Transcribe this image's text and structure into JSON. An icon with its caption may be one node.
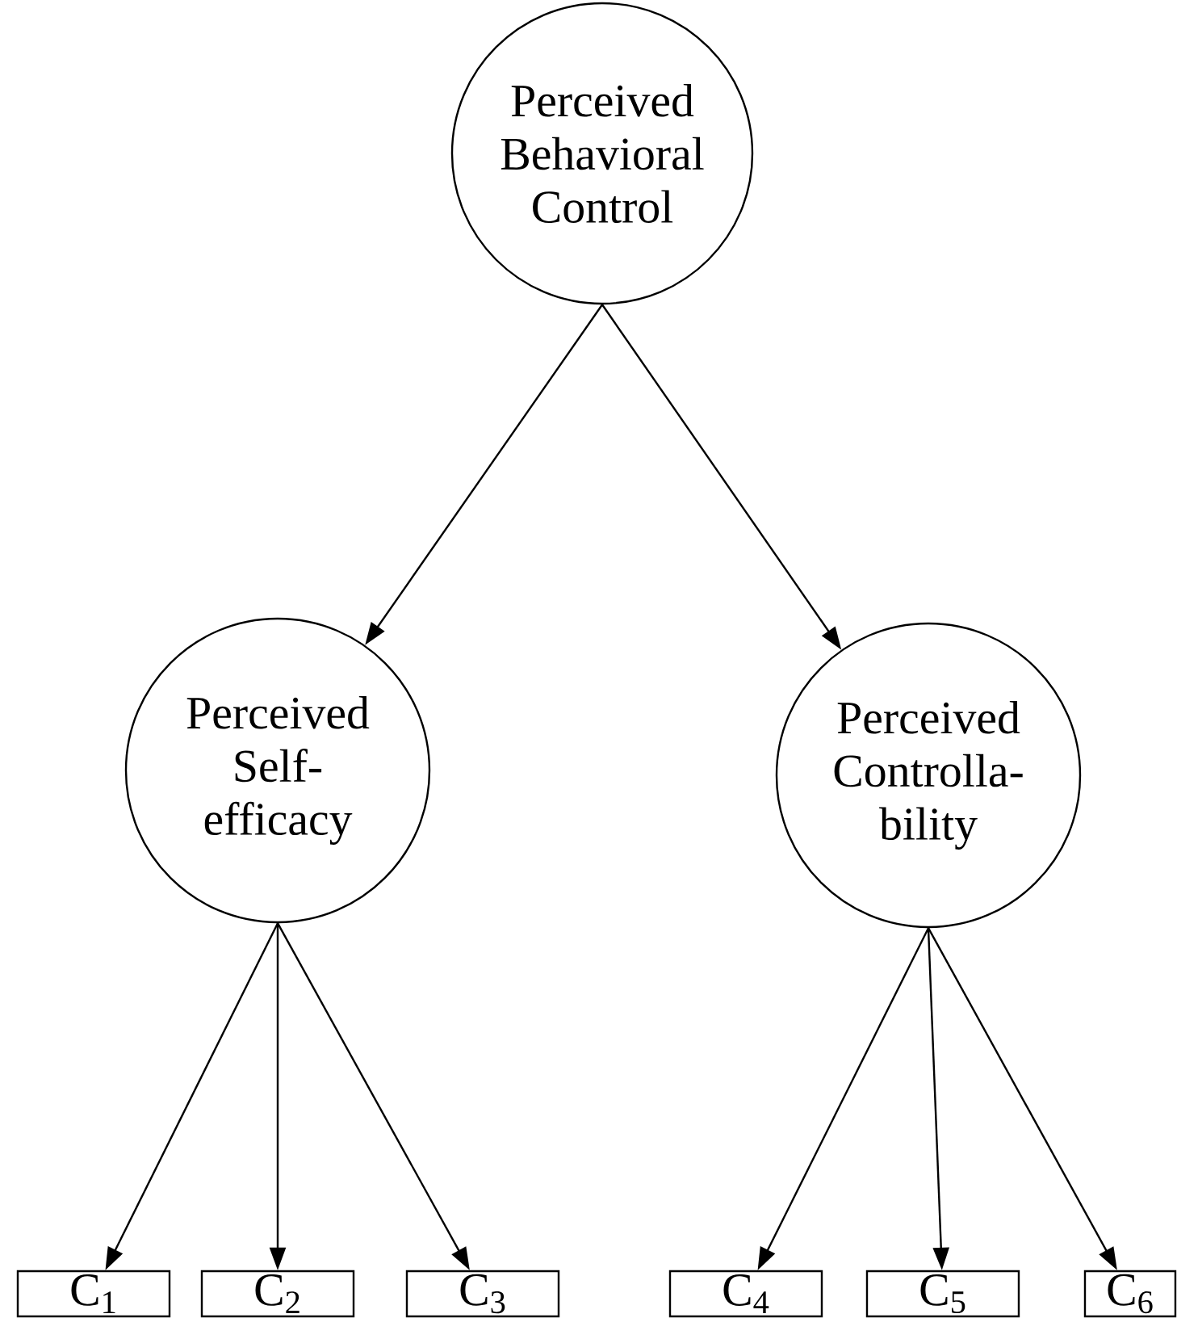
{
  "diagram": {
    "nodes": [
      {
        "text": [
          "Perceived Behavioral Control"
        ]
      },
      {
        "text": [
          "Perceived Self- efficacy"
        ]
      },
      {
        "text": [
          "Perceived Controlla- bility"
        ]
      },
      {
        "text": [
          "C$_{1}$"
        ]
      },
      {
        "text": [
          "C$_{2}$"
        ]
      },
      {
        "text": [
          "C$_{3}$"
        ]
      },
      {
        "text": [
          "C$_{4}$"
        ]
      },
      {
        "text": [
          "C$_{5}$"
        ]
      },
      {
        "text": [
          "C$_{6}$"
        ]
      }
    ],
    "edges": [
      {
        "from": 0,
        "to": 1,
        "arrow": "to"
      },
      {
        "from": 0,
        "to": 2,
        "arrow": "to"
      },
      {
        "from": 1,
        "to": 3,
        "arrow": "to"
      },
      {
        "from": 1,
        "to": 4,
        "arrow": "to"
      },
      {
        "from": 1,
        "to": 5,
        "arrow": "to"
      },
      {
        "from": 2,
        "to": 6,
        "arrow": "to"
      },
      {
        "from": 2,
        "to": 7,
        "arrow": "to"
      },
      {
        "from": 2,
        "to": 8,
        "arrow": "to"
      }
    ]
  }
}
